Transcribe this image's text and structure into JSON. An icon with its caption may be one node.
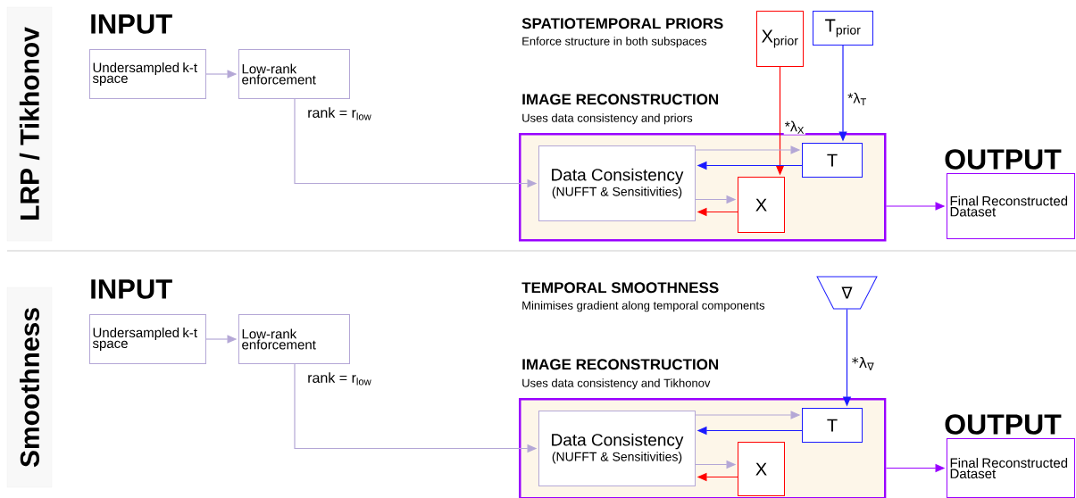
{
  "diagram": {
    "nodes": [
      {
        "text": [
          "LRP / Tikhonov"
        ]
      },
      {
        "text": [
          "Undersampled k-t space"
        ]
      },
      {
        "text": [
          "Low-rank enforcement"
        ]
      },
      {
        "text": [
          "X$_{prior}$"
        ]
      },
      {
        "text": [
          "T$_{prior}$"
        ]
      },
      {
        "text": [
          "IMAGE RECONSTRUCTION",
          "Uses data consistency and priors"
        ]
      },
      {
        "text": [
          "Data Consistency",
          "(NUFFT & Sensitivities)"
        ],
        "in": 5
      },
      {
        "text": [
          "T"
        ],
        "in": 5
      },
      {
        "text": [
          "X"
        ],
        "in": 5
      },
      {
        "text": [
          "OUTPUT",
          "Final Reconstructed Dataset"
        ]
      },
      {
        "text": [
          "Smoothness"
        ]
      },
      {
        "text": [
          "Undersampled k-t space"
        ]
      },
      {
        "text": [
          "Low-rank enforcement"
        ]
      },
      {
        "text": [
          "∇"
        ]
      },
      {
        "text": [
          "IMAGE RECONSTRUCTION",
          "Uses data consistency and Tikhonov"
        ]
      },
      {
        "text": [
          "Data Consistency",
          "(NUFFT & Sensitivities)"
        ],
        "in": 14
      },
      {
        "text": [
          "T"
        ],
        "in": 14
      },
      {
        "text": [
          "X"
        ],
        "in": 14
      },
      {
        "text": [
          "OUTPUT",
          "Final Reconstructed Dataset"
        ]
      }
    ],
    "edges": [
      {
        "from": 1,
        "to": 2,
        "arrow": "to"
      },
      {
        "from": 2,
        "to": 6,
        "arrow": "to",
        "label": "rank = r$_{low}$"
      },
      {
        "from": 3,
        "to": 8,
        "arrow": "to",
        "label": "*λ$_{X}$",
        "color": "#ff0000"
      },
      {
        "from": 4,
        "to": 7,
        "arrow": "to",
        "label": "*λ$_{T}$",
        "color": "#1a1aff"
      },
      {
        "from": 6,
        "to": 7,
        "arrow": "to"
      },
      {
        "from": 7,
        "to": 6,
        "arrow": "to",
        "color": "#1a1aff"
      },
      {
        "from": 6,
        "to": 8,
        "arrow": "to"
      },
      {
        "from": 8,
        "to": 6,
        "arrow": "to",
        "color": "#ff0000"
      },
      {
        "from": 5,
        "to": 9,
        "arrow": "to",
        "color": "#9900ff"
      },
      {
        "from": 11,
        "to": 12,
        "arrow": "to"
      },
      {
        "from": 12,
        "to": 15,
        "arrow": "to",
        "label": "rank = r$_{low}$"
      },
      {
        "from": 13,
        "to": 16,
        "arrow": "to",
        "label": "*λ$_{∇}$",
        "color": "#1a1aff"
      },
      {
        "from": 15,
        "to": 16,
        "arrow": "to"
      },
      {
        "from": 16,
        "to": 15,
        "arrow": "to",
        "color": "#1a1aff"
      },
      {
        "from": 15,
        "to": 17,
        "arrow": "to"
      },
      {
        "from": 17,
        "to": 15,
        "arrow": "to",
        "color": "#ff0000"
      },
      {
        "from": 14,
        "to": 18,
        "arrow": "to",
        "color": "#9900ff"
      }
    ],
    "labels": [
      "INPUT",
      "SPATIOTEMPORAL PRIORS",
      "Enforce structure in both subspaces",
      "INPUT",
      "TEMPORAL SMOOTHNESS",
      "Minimises gradient along temporal components"
    ]
  }
}
